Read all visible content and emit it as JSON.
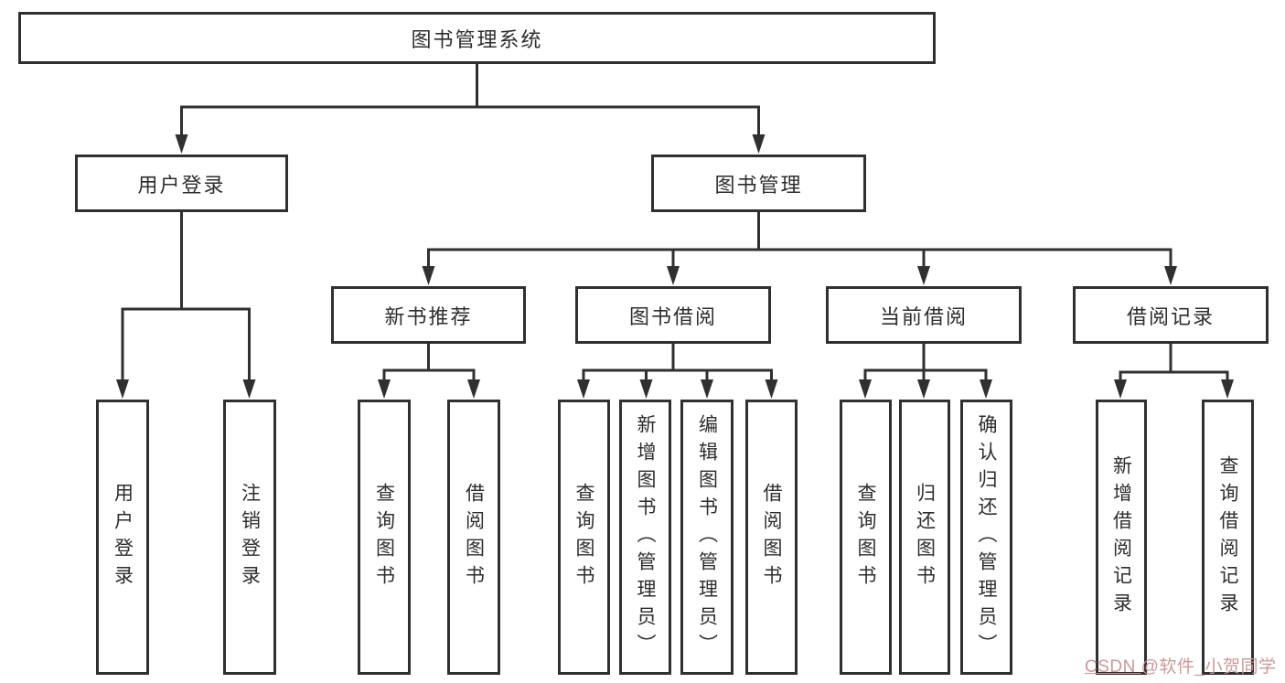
{
  "tree": {
    "root": "图书管理系统",
    "login": {
      "label": "用户登录",
      "children": [
        "用户登录",
        "注销登录"
      ]
    },
    "mgmt": {
      "label": "图书管理",
      "children": [
        {
          "label": "新书推荐",
          "children": [
            "查询图书",
            "借阅图书"
          ]
        },
        {
          "label": "图书借阅",
          "children": [
            "查询图书",
            "新增图书（管理员）",
            "编辑图书（管理员）",
            "借阅图书"
          ]
        },
        {
          "label": "当前借阅",
          "children": [
            "查询图书",
            "归还图书",
            "确认归还（管理员）"
          ]
        },
        {
          "label": "借阅记录",
          "children": [
            "新增借阅记录",
            "查询借阅记录"
          ]
        }
      ]
    }
  },
  "watermark": {
    "prefix": "CSDN ",
    "handle": "@软件_小贺同学",
    "color": "#cb9292"
  },
  "colors": {
    "line": "#303030",
    "box_border": "#303030",
    "text": "#2d2d2d",
    "background": "#ffffff"
  }
}
